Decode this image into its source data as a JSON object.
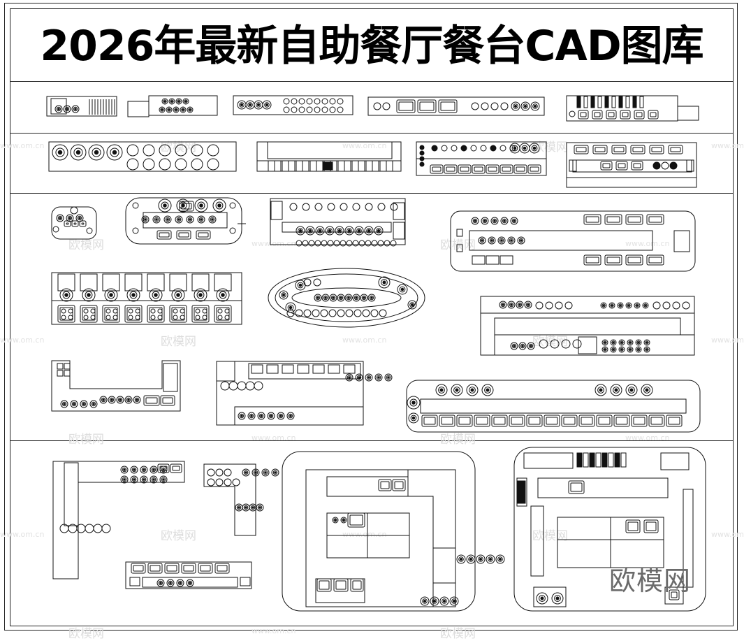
{
  "title": "2026年最新自助餐厅餐台CAD图库",
  "watermark_cn": "欧模网",
  "watermark_url": "www.om.cn",
  "brand": "欧模网"
}
